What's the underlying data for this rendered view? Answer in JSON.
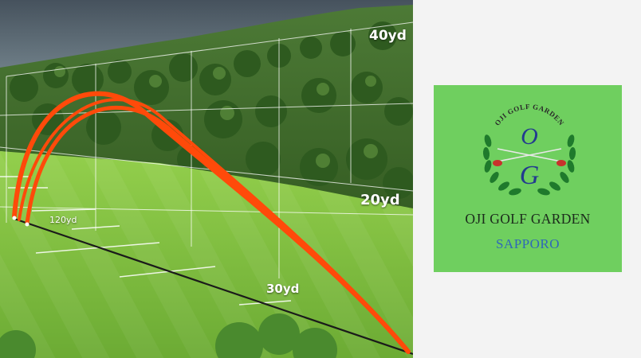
{
  "simulator": {
    "distance_labels": {
      "far": "40yd",
      "mid": "20yd",
      "near": "30yd",
      "tee": "120yd"
    },
    "trajectory_color": "#ff4a0a",
    "colors": {
      "sky": "#4e5c6a",
      "fairway": "#7fbf3c",
      "trees": "#2f5a20"
    }
  },
  "logo": {
    "arc_text": "OJI GOLF GARDEN",
    "monogram_top": "O",
    "monogram_bottom": "G",
    "name": "OJI GOLF GARDEN",
    "city": "SAPPORO",
    "colors": {
      "background": "#6fcf5f",
      "laurel": "#1f7a2c",
      "monogram": "#233b8f",
      "club_head": "#c8312c",
      "city_text": "#2f68b8"
    }
  }
}
